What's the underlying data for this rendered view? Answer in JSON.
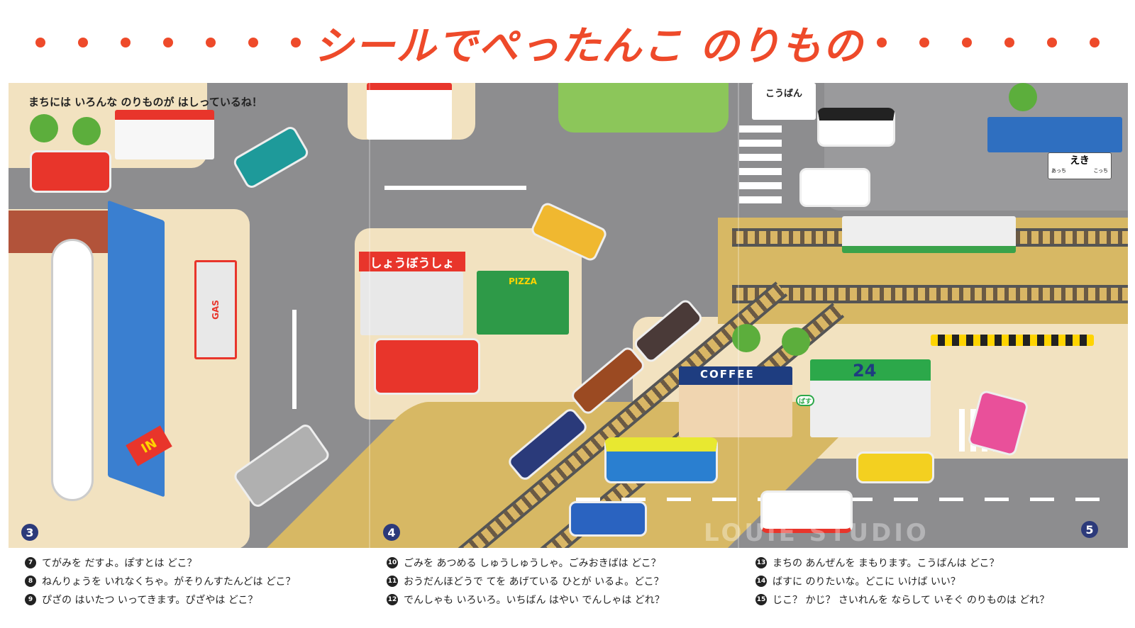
{
  "title": "シールでぺったんこ のりもの",
  "colors": {
    "accent": "#ee4a2a",
    "road": "#8d8d8f",
    "sidewalk": "#f2e2c0",
    "page_number": "#2c3a7a"
  },
  "map": {
    "caption": "まちには いろんな のりものが はしっているね！",
    "labels": {
      "koban": "こうばん",
      "station": "えき",
      "station_left": "あっち",
      "station_right": "こっち",
      "fire_station": "しょうぼうしょ",
      "coffee": "COFFEE",
      "store": "24",
      "gas": "GAS",
      "pizza": "PIZZA",
      "bus_stop": "ばす",
      "in": "IN"
    },
    "page_numbers": [
      "3",
      "4",
      "5"
    ]
  },
  "watermark": "LOUIE STUDIO",
  "questions": [
    [
      {
        "n": "7",
        "text": "てがみを だすよ。ぽすとは どこ？"
      },
      {
        "n": "8",
        "text": "ねんりょうを いれなくちゃ。がそりんすたんどは どこ？"
      },
      {
        "n": "9",
        "text": "ぴざの はいたつ いってきます。ぴざやは どこ？"
      }
    ],
    [
      {
        "n": "10",
        "text": "ごみを あつめる しゅうしゅうしゃ。ごみおきばは どこ？"
      },
      {
        "n": "11",
        "text": "おうだんほどうで てを あげている ひとが いるよ。どこ？"
      },
      {
        "n": "12",
        "text": "でんしゃも いろいろ。いちばん はやい でんしゃは どれ？"
      }
    ],
    [
      {
        "n": "13",
        "text": "まちの あんぜんを まもります。こうばんは どこ？"
      },
      {
        "n": "14",
        "text": "ばすに のりたいな。どこに いけば いい？"
      },
      {
        "n": "15",
        "text": "じこ？ かじ？ さいれんを ならして いそぐ のりものは どれ？"
      }
    ]
  ]
}
